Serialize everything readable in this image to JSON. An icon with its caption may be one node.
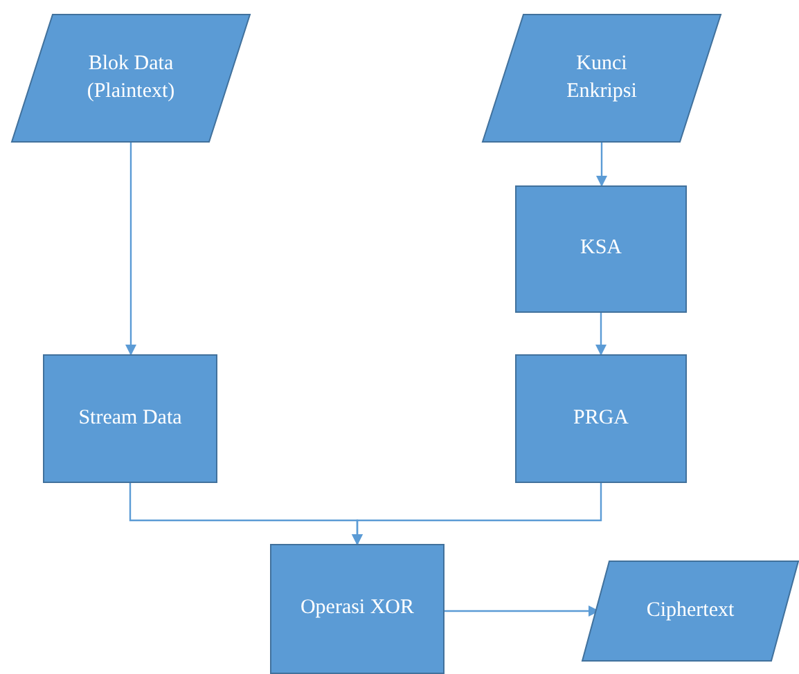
{
  "diagram": {
    "nodes": [
      {
        "text": [
          "Blok Data (Plaintext)"
        ]
      },
      {
        "text": [
          "Kunci Enkripsi"
        ]
      },
      {
        "text": [
          "KSA"
        ]
      },
      {
        "text": [
          "Stream Data"
        ]
      },
      {
        "text": [
          "PRGA"
        ]
      },
      {
        "text": [
          "Operasi XOR"
        ]
      },
      {
        "text": [
          "Ciphertext"
        ]
      }
    ],
    "edges": [
      {
        "from": 0,
        "to": 3,
        "arrow": "to"
      },
      {
        "from": 1,
        "to": 2,
        "arrow": "to"
      },
      {
        "from": 2,
        "to": 4,
        "arrow": "to"
      },
      {
        "from": 3,
        "to": 5,
        "arrow": "to"
      },
      {
        "from": 4,
        "to": 5,
        "arrow": "to"
      },
      {
        "from": 5,
        "to": 6,
        "arrow": "to"
      }
    ]
  }
}
